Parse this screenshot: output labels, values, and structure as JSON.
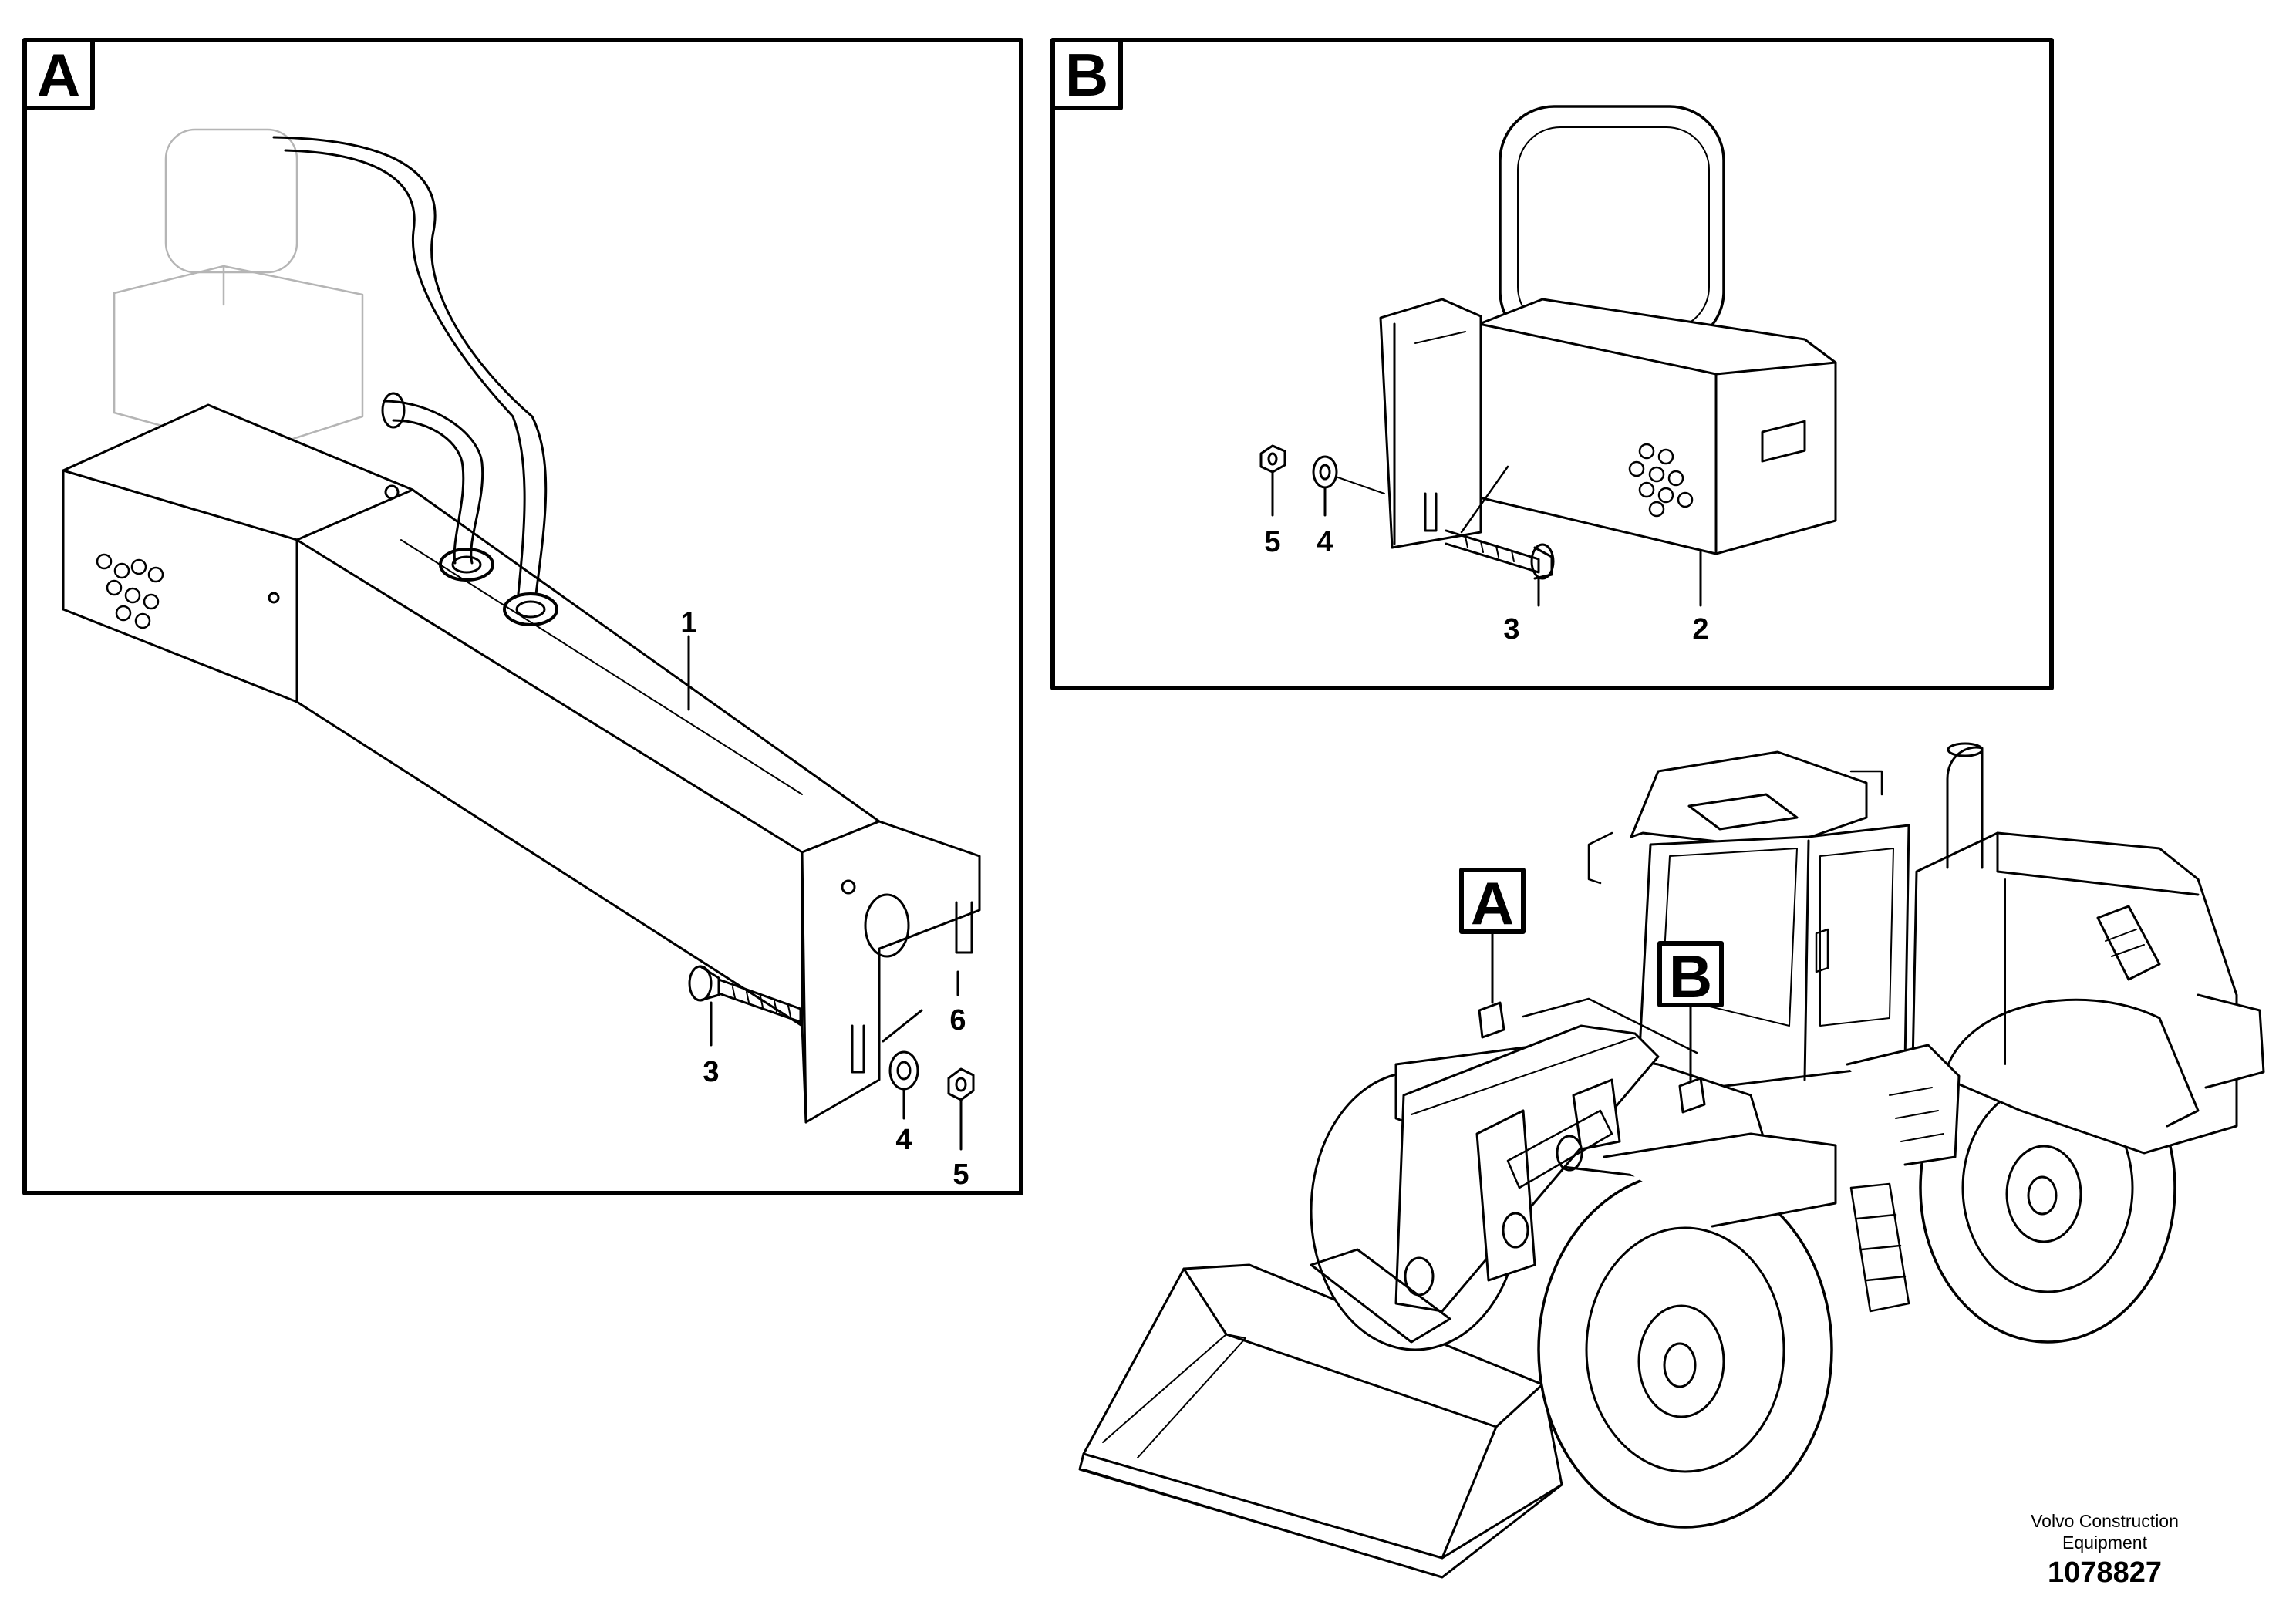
{
  "panels": {
    "a": {
      "letter": "A",
      "callouts": {
        "c1": "1",
        "c3": "3",
        "c4": "4",
        "c5": "5",
        "c6": "6"
      }
    },
    "b": {
      "letter": "B",
      "callouts": {
        "c2": "2",
        "c3": "3",
        "c4": "4",
        "c5": "5"
      }
    }
  },
  "machine": {
    "tag_a": "A",
    "tag_b": "B"
  },
  "footer": {
    "brand_line1": "Volvo Construction",
    "brand_line2": "Equipment",
    "doc_number": "1078827"
  }
}
